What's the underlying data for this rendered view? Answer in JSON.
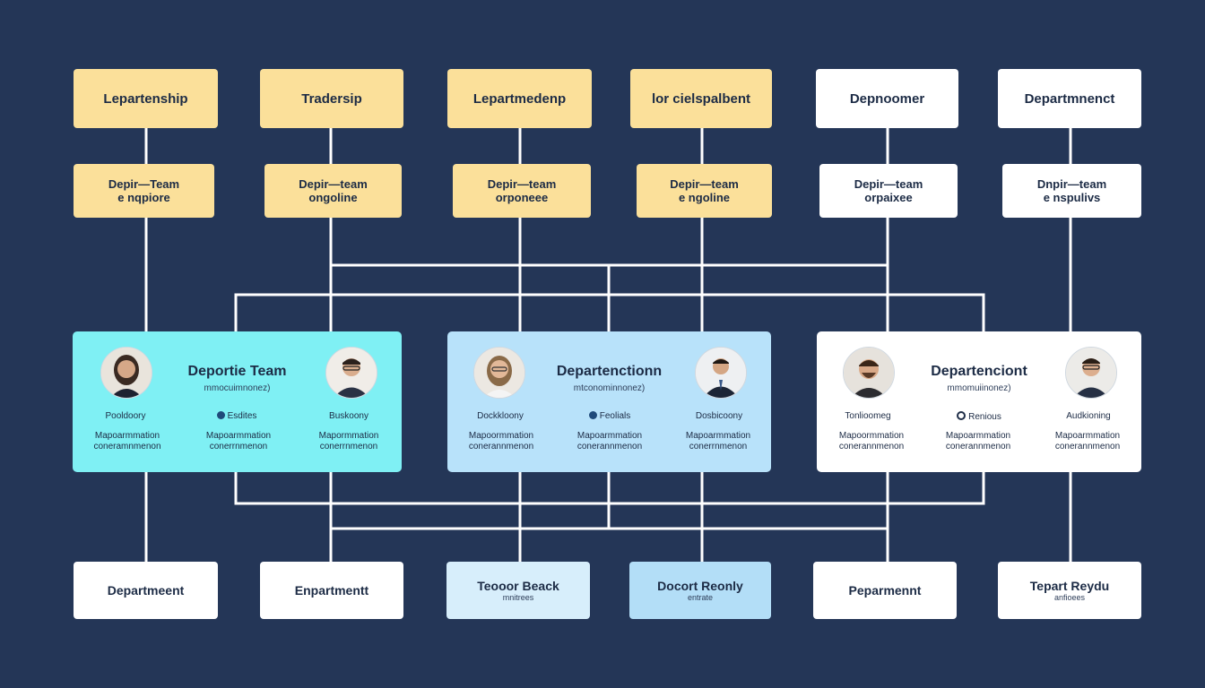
{
  "colors": {
    "background": "#243657",
    "connector": "#ffffff",
    "yellow": "#fbe09a",
    "white": "#ffffff",
    "cyan": "#7ff0f4",
    "sky": "#b8e2fa",
    "light_blue": "#d7eefb",
    "mid_blue": "#b3def7",
    "text": "#1c2b45"
  },
  "top_row": [
    {
      "label": "Lepartenship"
    },
    {
      "label": "Tradersip"
    },
    {
      "label": "Lepartmedenp"
    },
    {
      "label": "lor cielspalbent"
    },
    {
      "label": "Depnoomer"
    },
    {
      "label": "Departmnenct"
    }
  ],
  "second_row": [
    {
      "line1": "Depir—Team",
      "line2": "e nqpiore"
    },
    {
      "line1": "Depir—team",
      "line2": "ongoline"
    },
    {
      "line1": "Depir—team",
      "line2": "orponeee"
    },
    {
      "line1": "Depir—team",
      "line2": "e ngoline"
    },
    {
      "line1": "Depir—team",
      "line2": "orpaixee"
    },
    {
      "line1": "Dnpir—team",
      "line2": "e nspulivs"
    }
  ],
  "teams": [
    {
      "title": "Deportie Team",
      "subtitle": "mmocuimnonez)",
      "roles": [
        {
          "label": "Pooldoory",
          "marker": "none"
        },
        {
          "label": "Esdites",
          "marker": "dot"
        },
        {
          "label": "Buskoony",
          "marker": "none"
        }
      ],
      "members": [
        {
          "line1": "Mapoarmmation",
          "line2": "coneramnmenon"
        },
        {
          "line1": "Mapoarmmation",
          "line2": "conerrnmenon"
        },
        {
          "line1": "Mapormmation",
          "line2": "conerrnmenon"
        }
      ]
    },
    {
      "title": "Departenctionn",
      "subtitle": "mtconominnonez)",
      "roles": [
        {
          "label": "Dockkloony",
          "marker": "none"
        },
        {
          "label": "Feolials",
          "marker": "dot"
        },
        {
          "label": "Dosbicoony",
          "marker": "none"
        }
      ],
      "members": [
        {
          "line1": "Mapoormmation",
          "line2": "conerannmenon"
        },
        {
          "line1": "Mapoarmmation",
          "line2": "conerannmenon"
        },
        {
          "line1": "Mapoarmmation",
          "line2": "conerrnmenon"
        }
      ]
    },
    {
      "title": "Departenciont",
      "subtitle": "mmomuiinonez)",
      "roles": [
        {
          "label": "Tonlioomeg",
          "marker": "none"
        },
        {
          "label": "Renious",
          "marker": "ring"
        },
        {
          "label": "Audkioning",
          "marker": "none"
        }
      ],
      "members": [
        {
          "line1": "Mapoormmation",
          "line2": "conerannmenon"
        },
        {
          "line1": "Mapoarmmation",
          "line2": "conerannmenon"
        },
        {
          "line1": "Mapoarmmation",
          "line2": "conerannmenon"
        }
      ]
    }
  ],
  "bottom_row": [
    {
      "label": "Departmeent",
      "sub": ""
    },
    {
      "label": "Enpartmentt",
      "sub": ""
    },
    {
      "label": "Teooor Beack",
      "sub": "mnitrees"
    },
    {
      "label": "Docort Reonly",
      "sub": "entrate"
    },
    {
      "label": "Peparmennt",
      "sub": ""
    },
    {
      "label": "Tepart Reydu",
      "sub": "anfioees"
    }
  ]
}
